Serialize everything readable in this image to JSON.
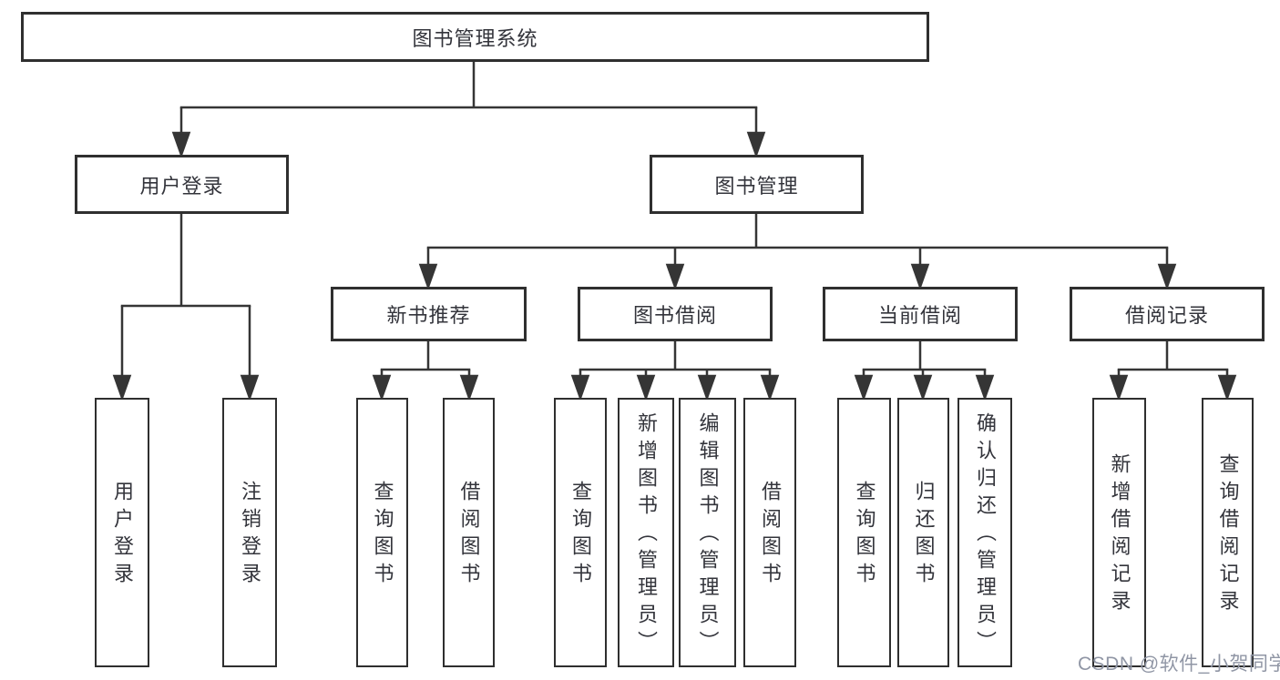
{
  "diagram": {
    "title_note": "functional decomposition tree of a library management system",
    "nodes": {
      "root": "图书管理系统",
      "user_login": "用户登录",
      "book_mgmt": "图书管理",
      "user_login_children": [
        "用户登录",
        "注销登录"
      ],
      "new_book_rec": "新书推荐",
      "new_book_rec_children": [
        "查询图书",
        "借阅图书"
      ],
      "book_borrow": "图书借阅",
      "book_borrow_children": [
        "查询图书",
        "新增图书（管理员）",
        "编辑图书（管理员）",
        "借阅图书"
      ],
      "current_borrow": "当前借阅",
      "current_borrow_children": [
        "查询图书",
        "归还图书",
        "确认归还（管理员）"
      ],
      "borrow_records": "借阅记录",
      "borrow_records_children": [
        "新增借阅记录",
        "查询借阅记录"
      ]
    },
    "colors": {
      "line": "#353535",
      "box_border": "#2f2f2f",
      "text": "#33343b",
      "background": "#ffffff",
      "watermark_text": "#9096a5"
    }
  },
  "watermark": {
    "text": "CSDN @软件_小贺同学"
  }
}
